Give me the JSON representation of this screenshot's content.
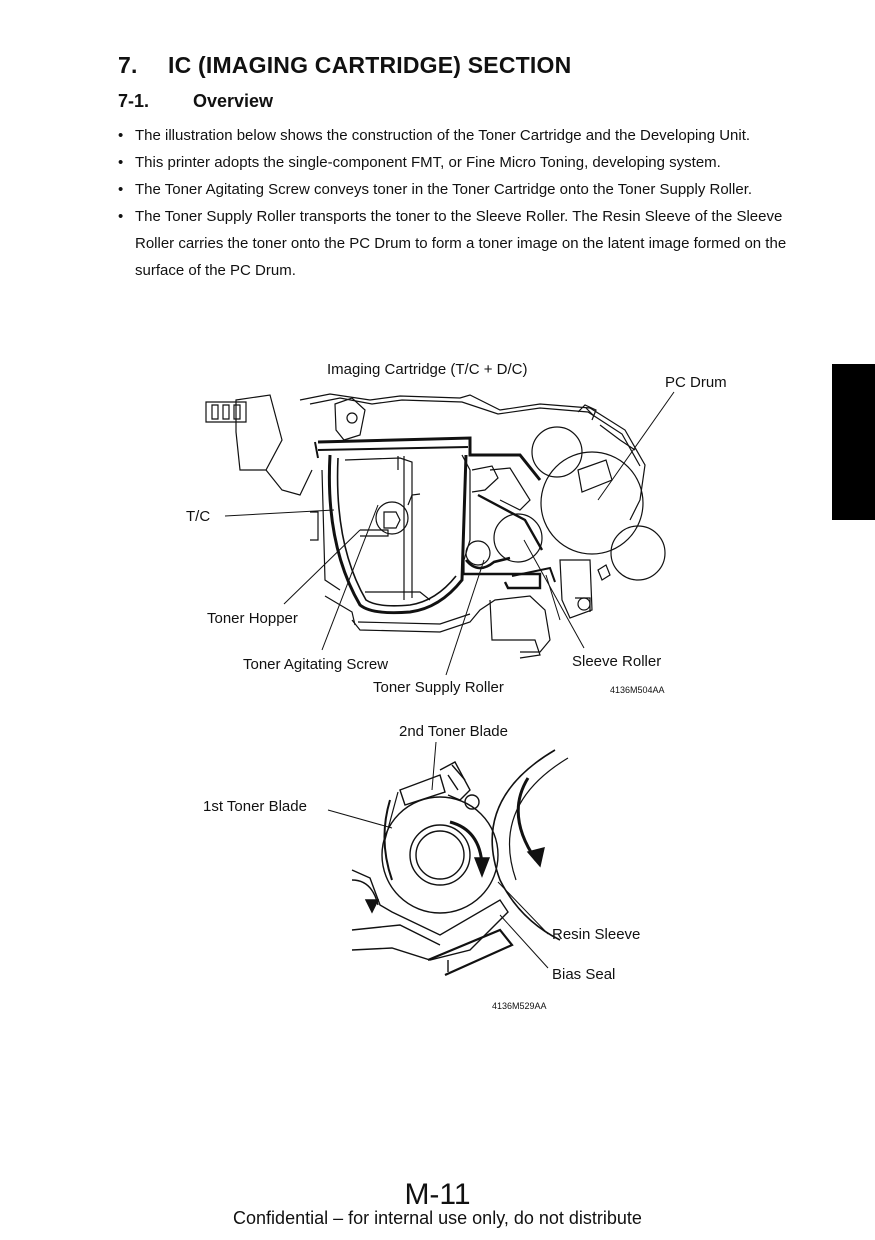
{
  "section": {
    "number": "7.",
    "title": "IC (IMAGING CARTRIDGE) SECTION"
  },
  "subsection": {
    "number": "7-1.",
    "title": "Overview"
  },
  "bullets": [
    "The illustration below shows the construction of the Toner Cartridge and the Developing Unit.",
    "This printer adopts the single-component FMT, or Fine Micro Toning, developing system.",
    "The Toner Agitating Screw conveys toner in the Toner Cartridge onto the Toner Supply Roller.",
    "The Toner Supply Roller transports the toner to the Sleeve Roller.  The Resin Sleeve of the Sleeve Roller carries the toner onto the PC Drum to form a toner image on the latent image formed on the surface of the PC Drum."
  ],
  "figure1": {
    "labels": {
      "imaging_cartridge": "Imaging Cartridge (T/C + D/C)",
      "pc_drum": "PC Drum",
      "tc": "T/C",
      "toner_hopper": "Toner Hopper",
      "toner_agitating_screw": "Toner Agitating Screw",
      "toner_supply_roller": "Toner Supply Roller",
      "sleeve_roller": "Sleeve Roller"
    },
    "code": "4136M504AA"
  },
  "figure2": {
    "labels": {
      "second_toner_blade": "2nd Toner Blade",
      "first_toner_blade": "1st Toner Blade",
      "resin_sleeve": "Resin Sleeve",
      "bias_seal": "Bias Seal"
    },
    "code": "4136M529AA"
  },
  "page_number": "M-11",
  "footer": "Confidential – for internal use only, do not distribute",
  "colors": {
    "ink": "#111111",
    "paper": "#ffffff",
    "tab": "#000000"
  }
}
